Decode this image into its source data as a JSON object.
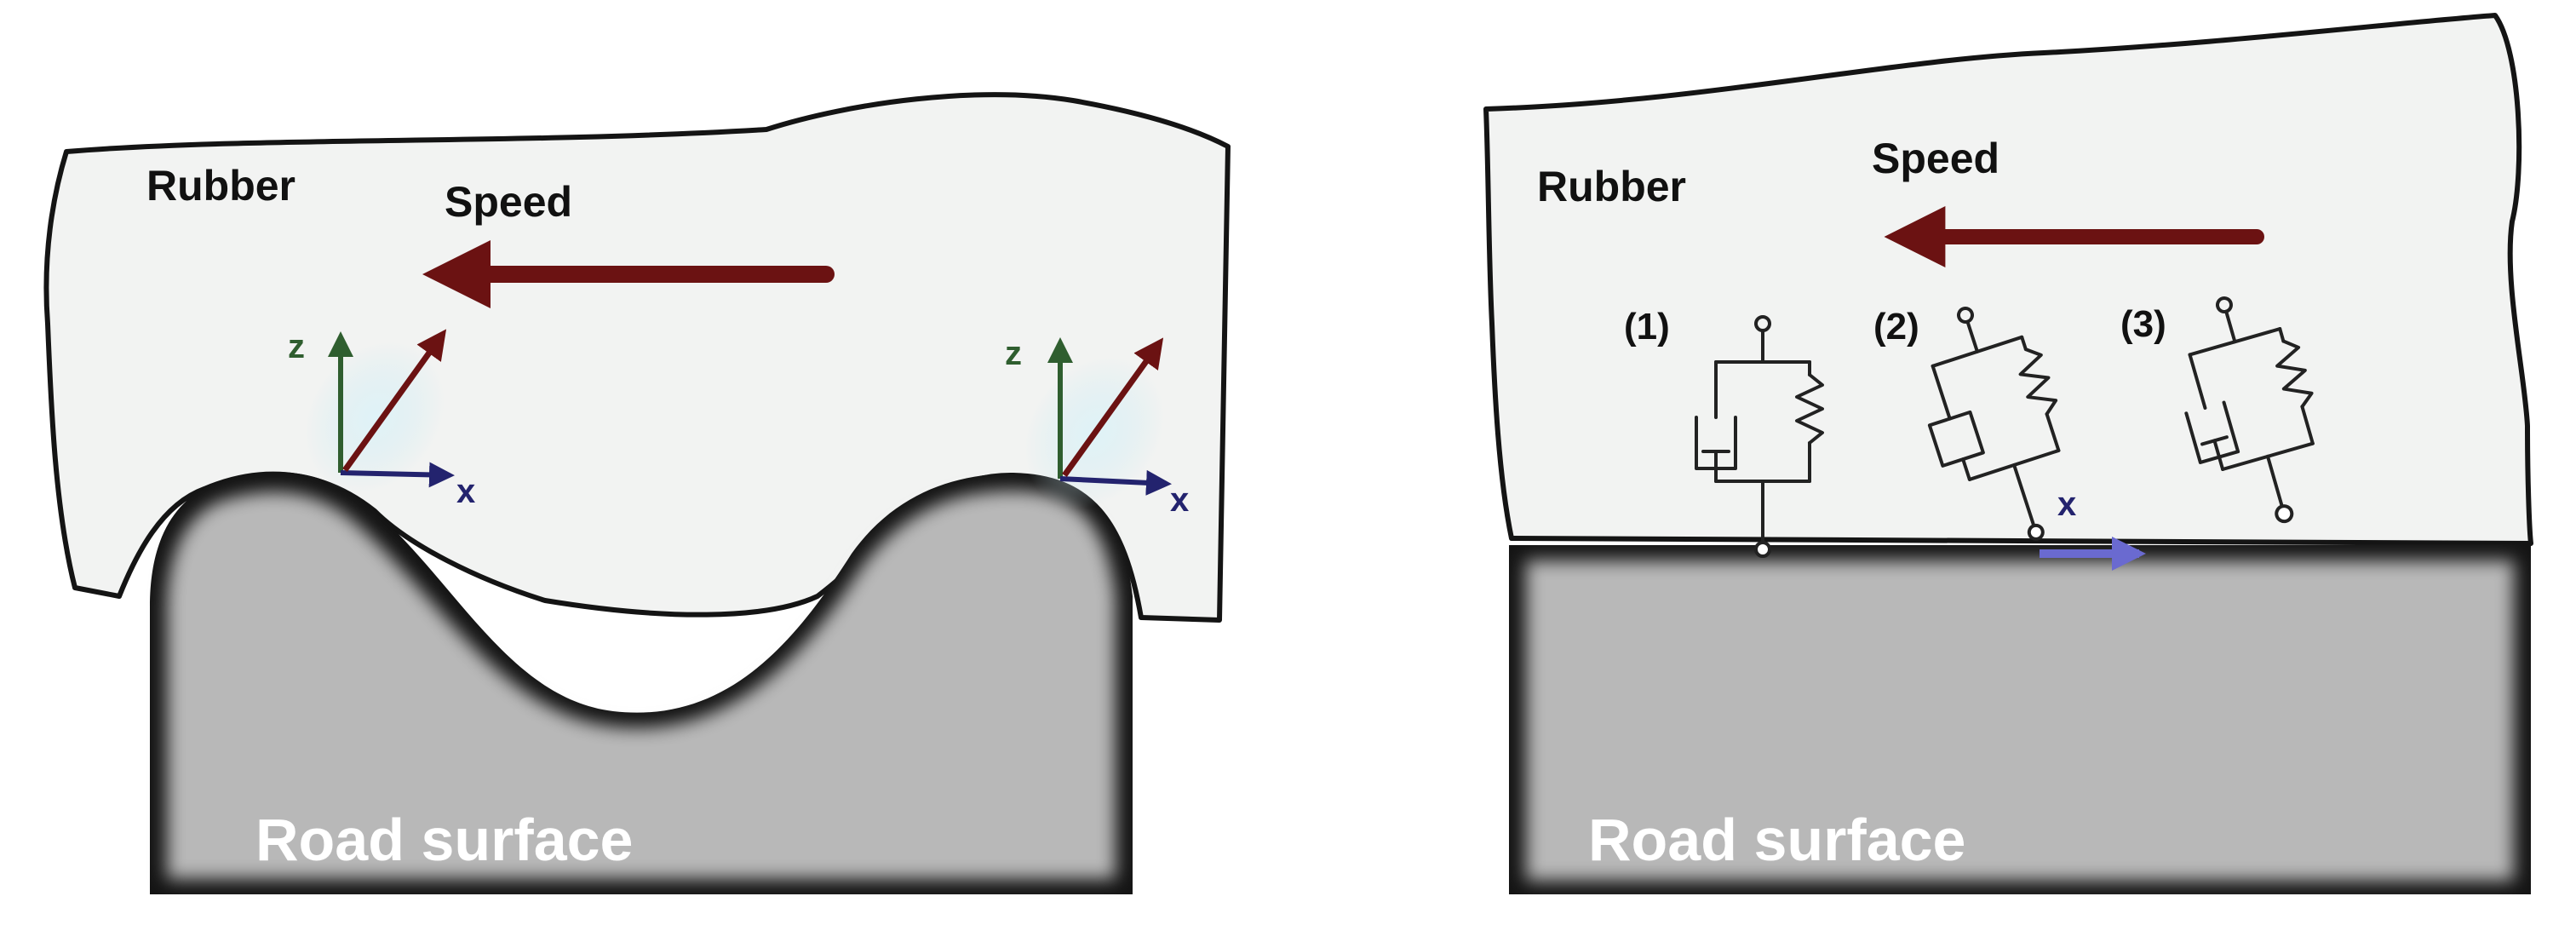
{
  "colors": {
    "rubber": "#f2f3f2",
    "outline": "#141414",
    "road": "#b8b8b8",
    "speed_arrow": "#6b1212",
    "z_axis": "#2f5e2f",
    "x_axis": "#23236e",
    "slip_arrow": "#6a6ad0",
    "tilted_vector": "#6b1212"
  },
  "left_panel": {
    "rubber_label": "Rubber",
    "speed_label": "Speed",
    "road_label": "Road surface",
    "contacts": [
      {
        "z_label": "z",
        "x_label": "x"
      },
      {
        "z_label": "z",
        "x_label": "x"
      }
    ]
  },
  "right_panel": {
    "rubber_label": "Rubber",
    "speed_label": "Speed",
    "road_label": "Road surface",
    "elements": [
      {
        "label": "(1)"
      },
      {
        "label": "(2)"
      },
      {
        "label": "(3)"
      }
    ],
    "x_label": "x"
  }
}
